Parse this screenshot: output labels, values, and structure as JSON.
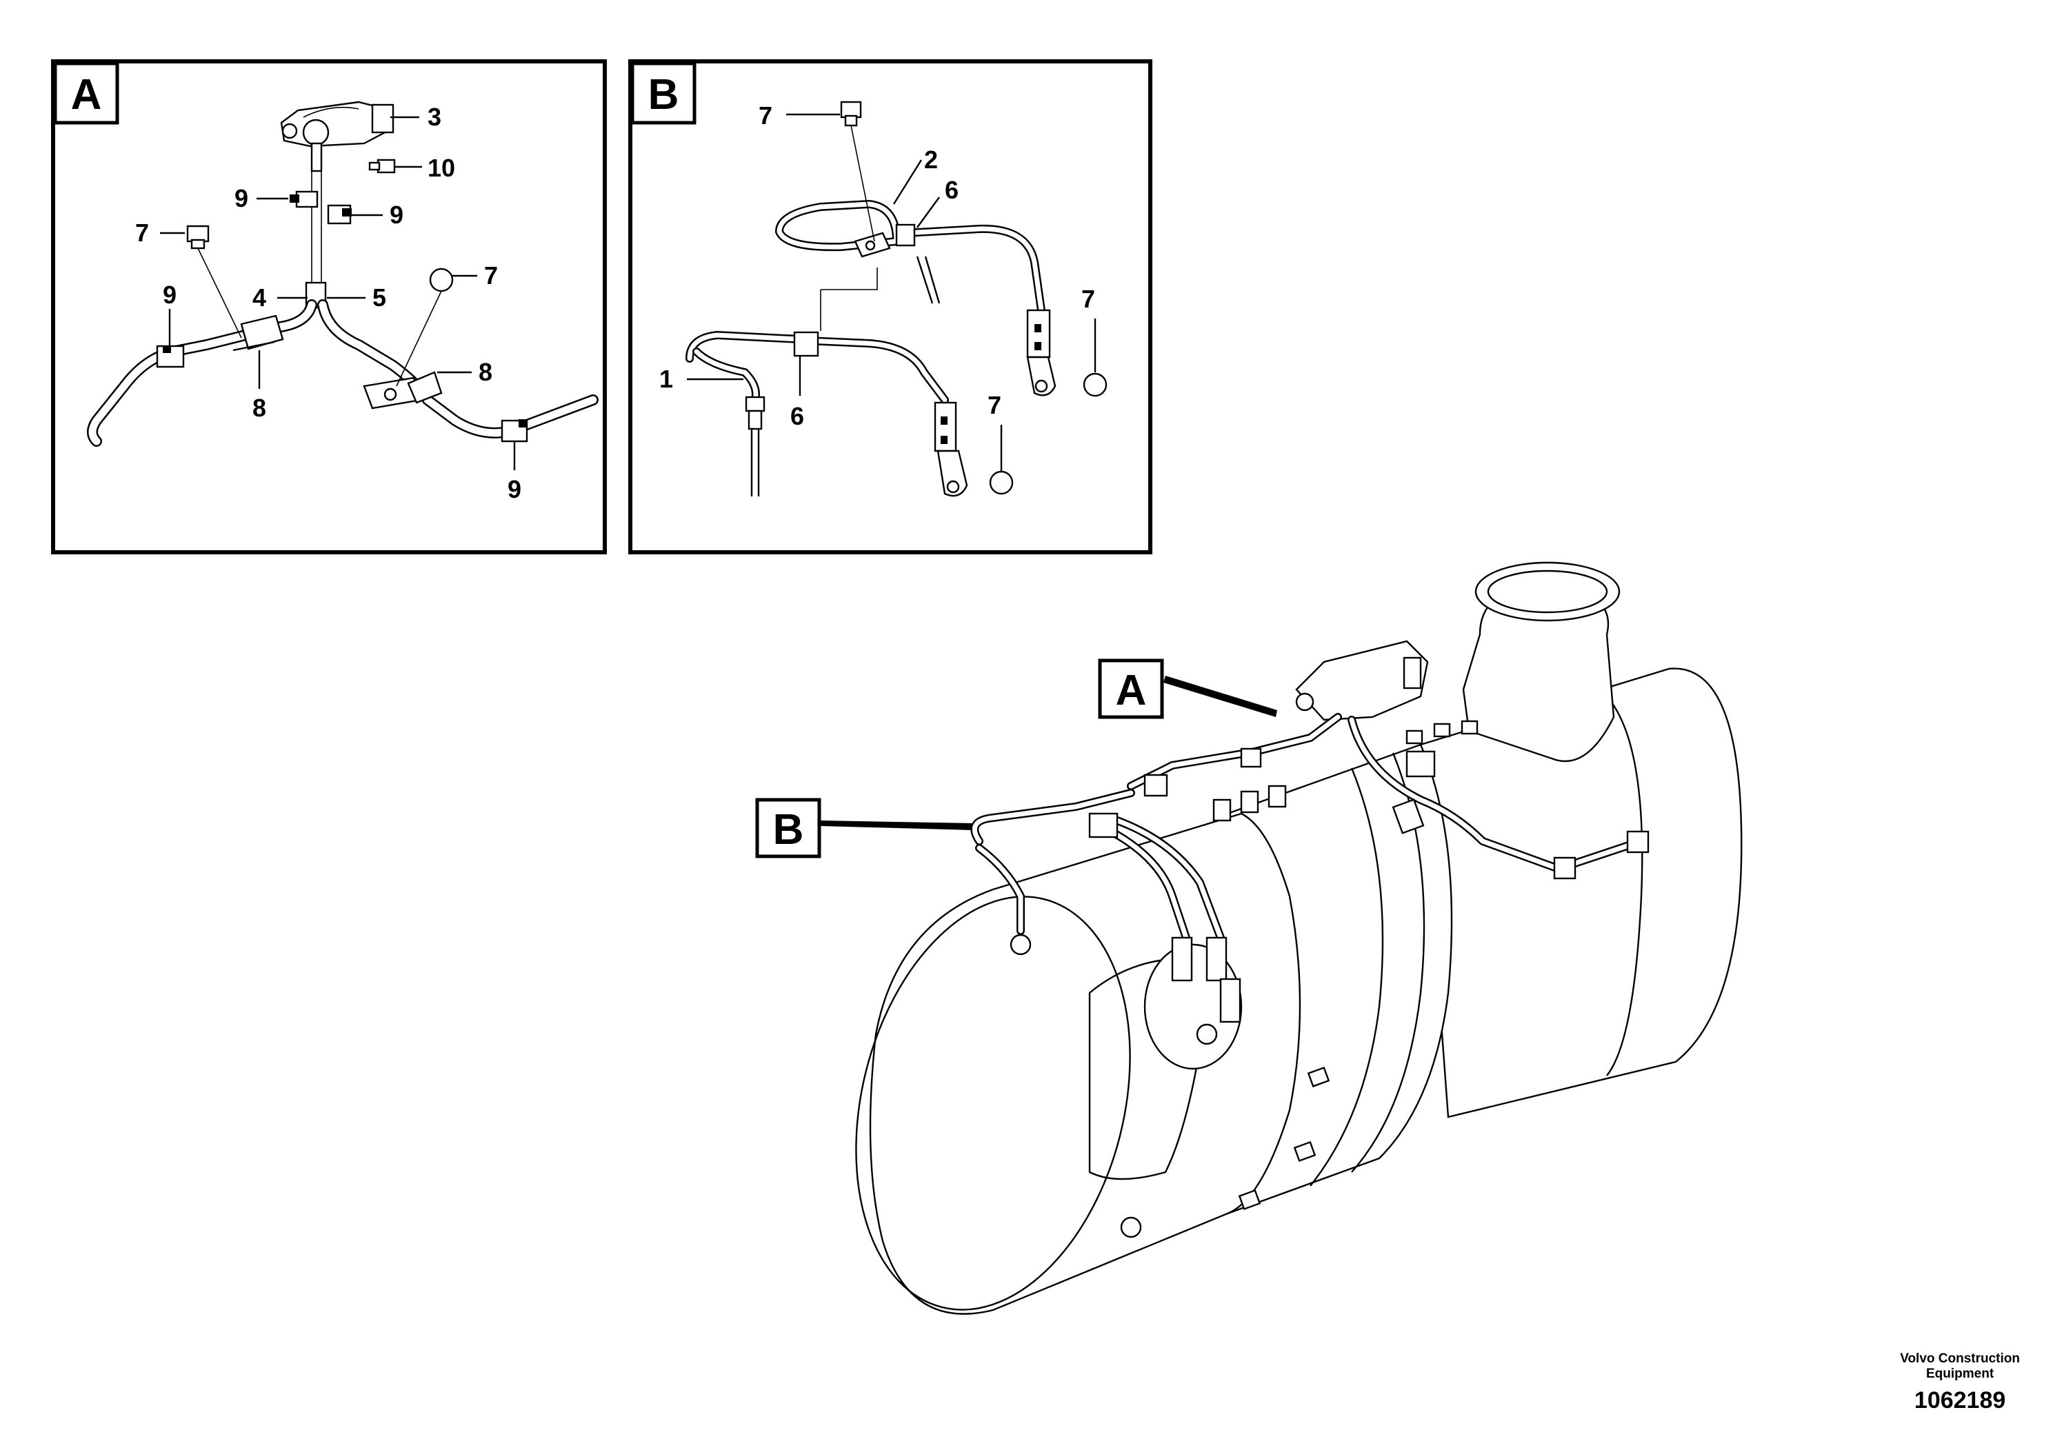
{
  "detail_a": {
    "letter": "A",
    "callouts": [
      "3",
      "10",
      "9",
      "9",
      "7",
      "7",
      "9",
      "4",
      "5",
      "8",
      "8",
      "9"
    ]
  },
  "detail_b": {
    "letter": "B",
    "callouts": [
      "7",
      "2",
      "6",
      "7",
      "1",
      "6",
      "7"
    ]
  },
  "main_view": {
    "tag_a": "A",
    "tag_b": "B"
  },
  "footer": {
    "org_line1": "Volvo Construction",
    "org_line2": "Equipment",
    "part_number": "1062189"
  }
}
